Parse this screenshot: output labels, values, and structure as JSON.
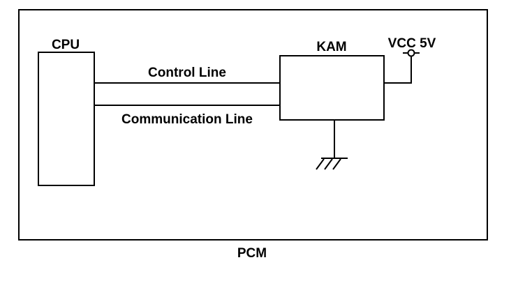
{
  "diagram": {
    "cpu_label": "CPU",
    "kam_label": "KAM",
    "vcc_label": "VCC 5V",
    "control_line_label": "Control Line",
    "communication_line_label": "Communication Line",
    "pcm_label": "PCM"
  },
  "colors": {
    "line": "#000000",
    "background": "#ffffff"
  }
}
